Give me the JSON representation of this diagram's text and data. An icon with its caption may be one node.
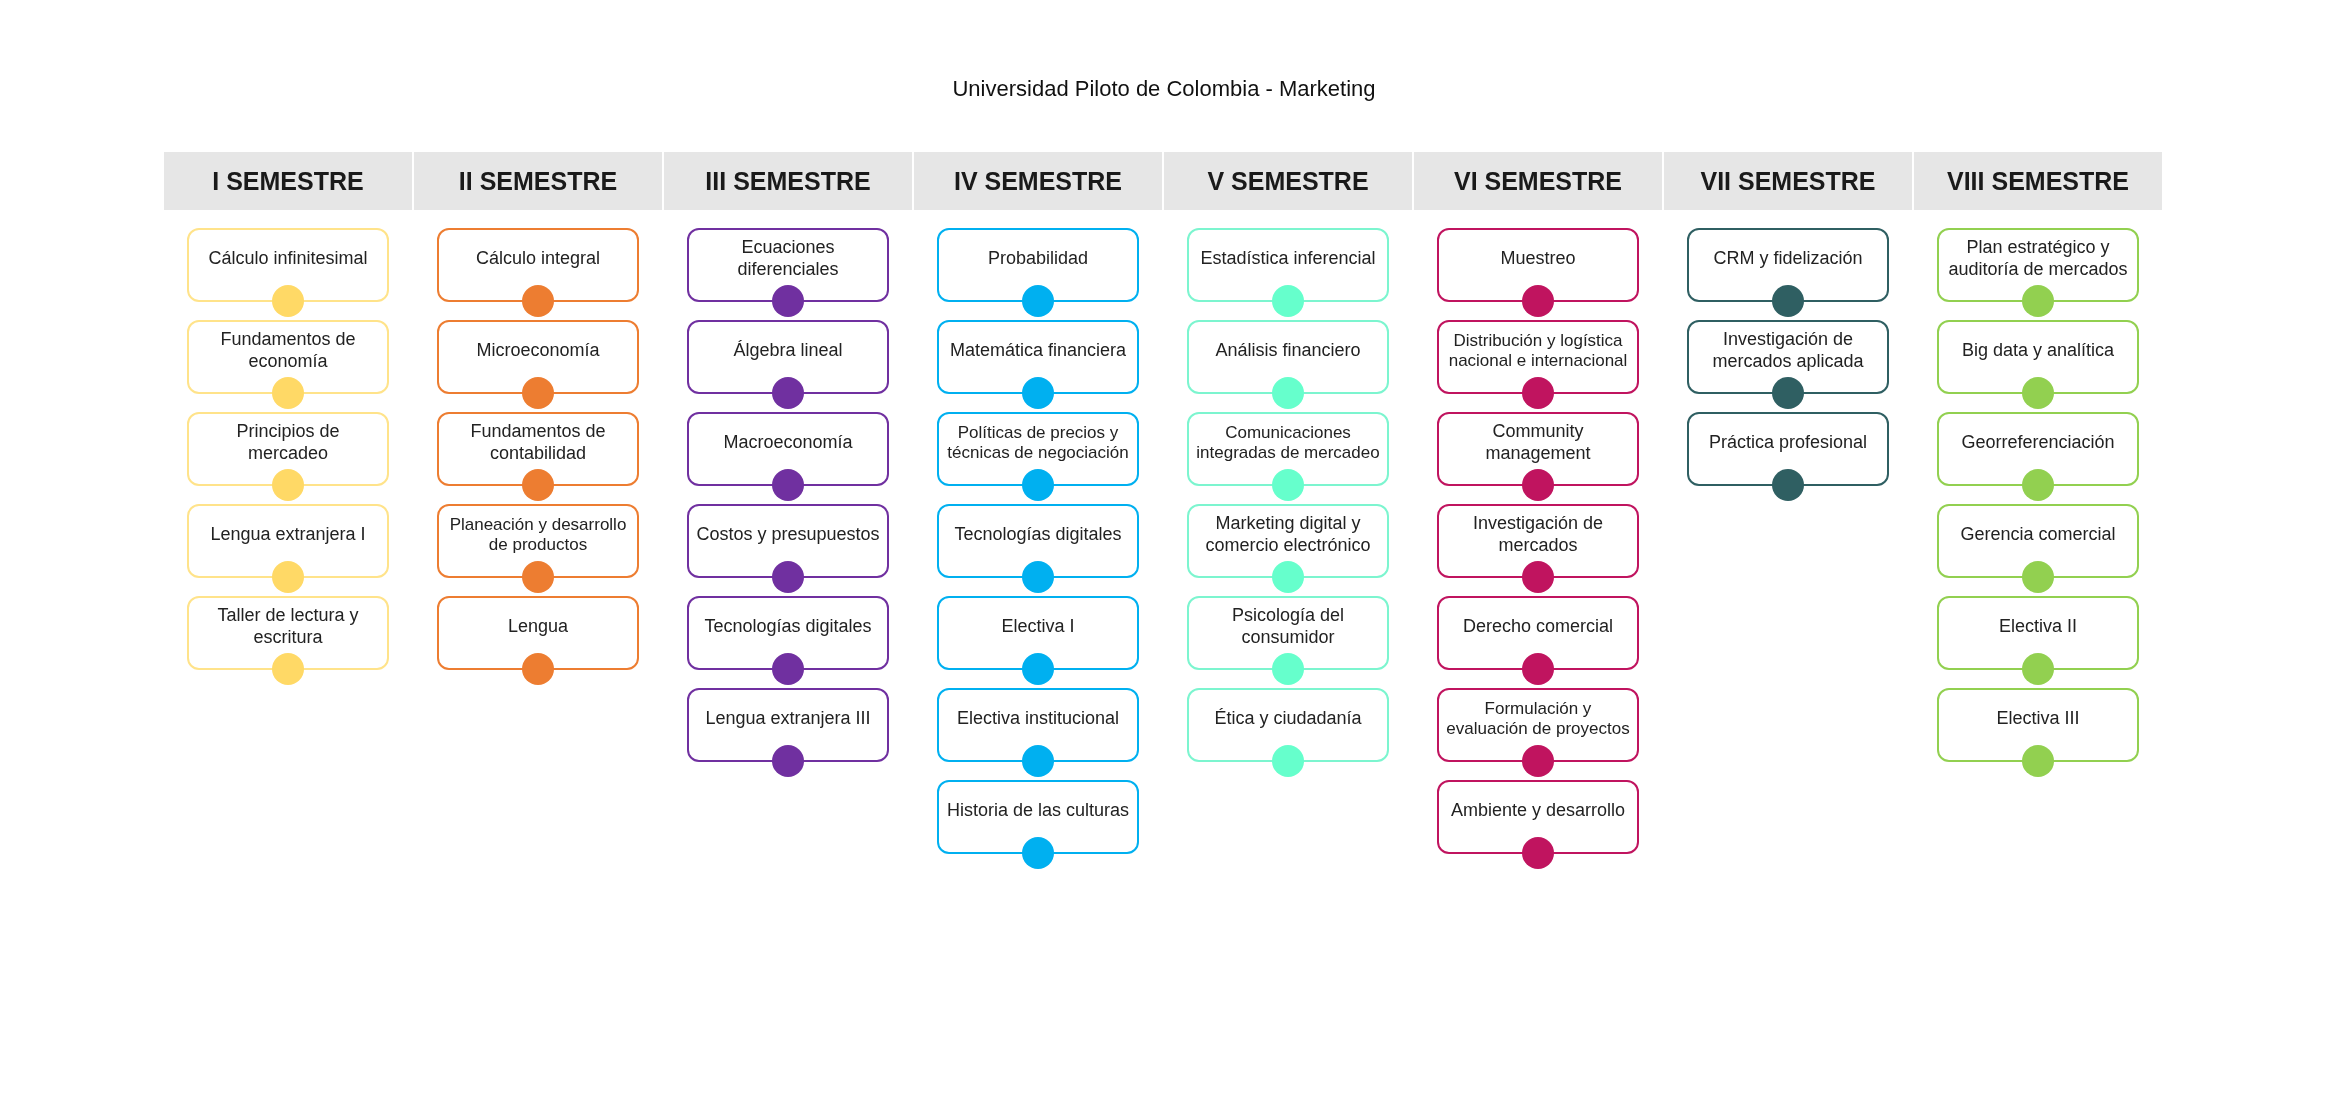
{
  "diagram": {
    "title": "Universidad Piloto de Colombia - Marketing",
    "nodes": [
      {
        "text": [
          "I SEMESTRE"
        ]
      },
      {
        "text": [
          "Cálculo infinitesimal"
        ]
      },
      {
        "text": [
          "Fundamentos de economía"
        ]
      },
      {
        "text": [
          "Principios de mercadeo"
        ]
      },
      {
        "text": [
          "Lengua extranjera I"
        ]
      },
      {
        "text": [
          "Taller de lectura y escritura"
        ]
      },
      {
        "text": [
          "II SEMESTRE"
        ]
      },
      {
        "text": [
          "Cálculo integral"
        ]
      },
      {
        "text": [
          "Microeconomía"
        ]
      },
      {
        "text": [
          "Fundamentos de contabilidad"
        ]
      },
      {
        "text": [
          "Planeación y desarrollo de productos"
        ]
      },
      {
        "text": [
          "Lengua"
        ]
      },
      {
        "text": [
          "III SEMESTRE"
        ]
      },
      {
        "text": [
          "Ecuaciones diferenciales"
        ]
      },
      {
        "text": [
          "Álgebra lineal"
        ]
      },
      {
        "text": [
          "Macroeconomía"
        ]
      },
      {
        "text": [
          "Costos y presupuestos"
        ]
      },
      {
        "text": [
          "Tecnologías digitales"
        ]
      },
      {
        "text": [
          "Lengua extranjera III"
        ]
      },
      {
        "text": [
          "IV SEMESTRE"
        ]
      },
      {
        "text": [
          "Probabilidad"
        ]
      },
      {
        "text": [
          "Matemática financiera"
        ]
      },
      {
        "text": [
          "Políticas de precios y técnicas de negociación"
        ]
      },
      {
        "text": [
          "Tecnologías digitales"
        ]
      },
      {
        "text": [
          "Electiva I"
        ]
      },
      {
        "text": [
          "Electiva institucional"
        ]
      },
      {
        "text": [
          "Historia de las culturas"
        ]
      },
      {
        "text": [
          "V SEMESTRE"
        ]
      },
      {
        "text": [
          "Estadística inferencial"
        ]
      },
      {
        "text": [
          "Análisis financiero"
        ]
      },
      {
        "text": [
          "Comunicaciones integradas de mercadeo"
        ]
      },
      {
        "text": [
          "Marketing digital y comercio electrónico"
        ]
      },
      {
        "text": [
          "Psicología del consumidor"
        ]
      },
      {
        "text": [
          "Ética y ciudadanía"
        ]
      },
      {
        "text": [
          "VI SEMESTRE"
        ]
      },
      {
        "text": [
          "Muestreo"
        ]
      },
      {
        "text": [
          "Distribución y logística nacional e internacional"
        ]
      },
      {
        "text": [
          "Community management"
        ]
      },
      {
        "text": [
          "Investigación de mercados"
        ]
      },
      {
        "text": [
          "Derecho comercial"
        ]
      },
      {
        "text": [
          "Formulación y evaluación de proyectos"
        ]
      },
      {
        "text": [
          "Ambiente y desarrollo"
        ]
      },
      {
        "text": [
          "VII SEMESTRE"
        ]
      },
      {
        "text": [
          "CRM y fidelización"
        ]
      },
      {
        "text": [
          "Investigación de mercados aplicada"
        ]
      },
      {
        "text": [
          "Práctica profesional"
        ]
      },
      {
        "text": [
          "VIII SEMESTRE"
        ]
      },
      {
        "text": [
          "Plan estratégico y auditoría de mercados"
        ]
      },
      {
        "text": [
          "Big data y analítica"
        ]
      },
      {
        "text": [
          "Georreferenciación"
        ]
      },
      {
        "text": [
          "Gerencia comercial"
        ]
      },
      {
        "text": [
          "Electiva II"
        ]
      },
      {
        "text": [
          "Electiva III"
        ]
      }
    ]
  }
}
